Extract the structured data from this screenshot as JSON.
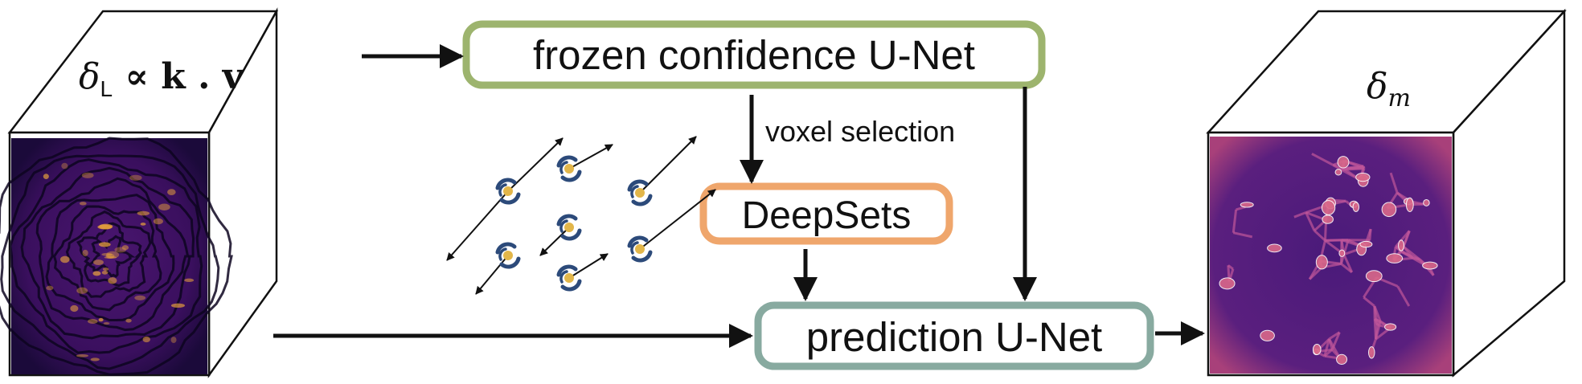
{
  "nodes": {
    "input_cube": {
      "label_delta": "δ",
      "label_sub": "L",
      "label_rest": " ∝ k . v"
    },
    "confidence_unet": {
      "label": "frozen confidence U-Net",
      "color": "#9DB46E"
    },
    "deepsets": {
      "label": "DeepSets",
      "color": "#EFA66C"
    },
    "prediction_unet": {
      "label": "prediction U-Net",
      "color": "#88AAA0"
    },
    "output_cube": {
      "label_delta": "δ",
      "label_sub": "m"
    }
  },
  "edges": {
    "voxel_selection": {
      "label": "voxel selection"
    }
  },
  "colors": {
    "field_dark": "#1b0a3a",
    "field_mid": "#6a1f7a",
    "field_bright": "#e8a23c",
    "output_base": "#a8407a",
    "galaxy_core": "#e2b64a",
    "galaxy_arm": "#2c4a7a"
  }
}
